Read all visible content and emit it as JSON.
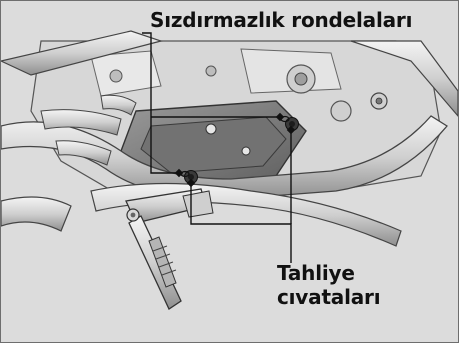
{
  "labels": {
    "washers": "Sızdırmazlık rondelaları",
    "drain_bolts_line1": "Tahliye",
    "drain_bolts_line2": "cıvataları"
  },
  "colors": {
    "background": "#dcdcdc",
    "border": "#6e6e6e",
    "line": "#111111",
    "metal_light": "#eeeeee",
    "metal_shadow": "#8c8c8c"
  }
}
